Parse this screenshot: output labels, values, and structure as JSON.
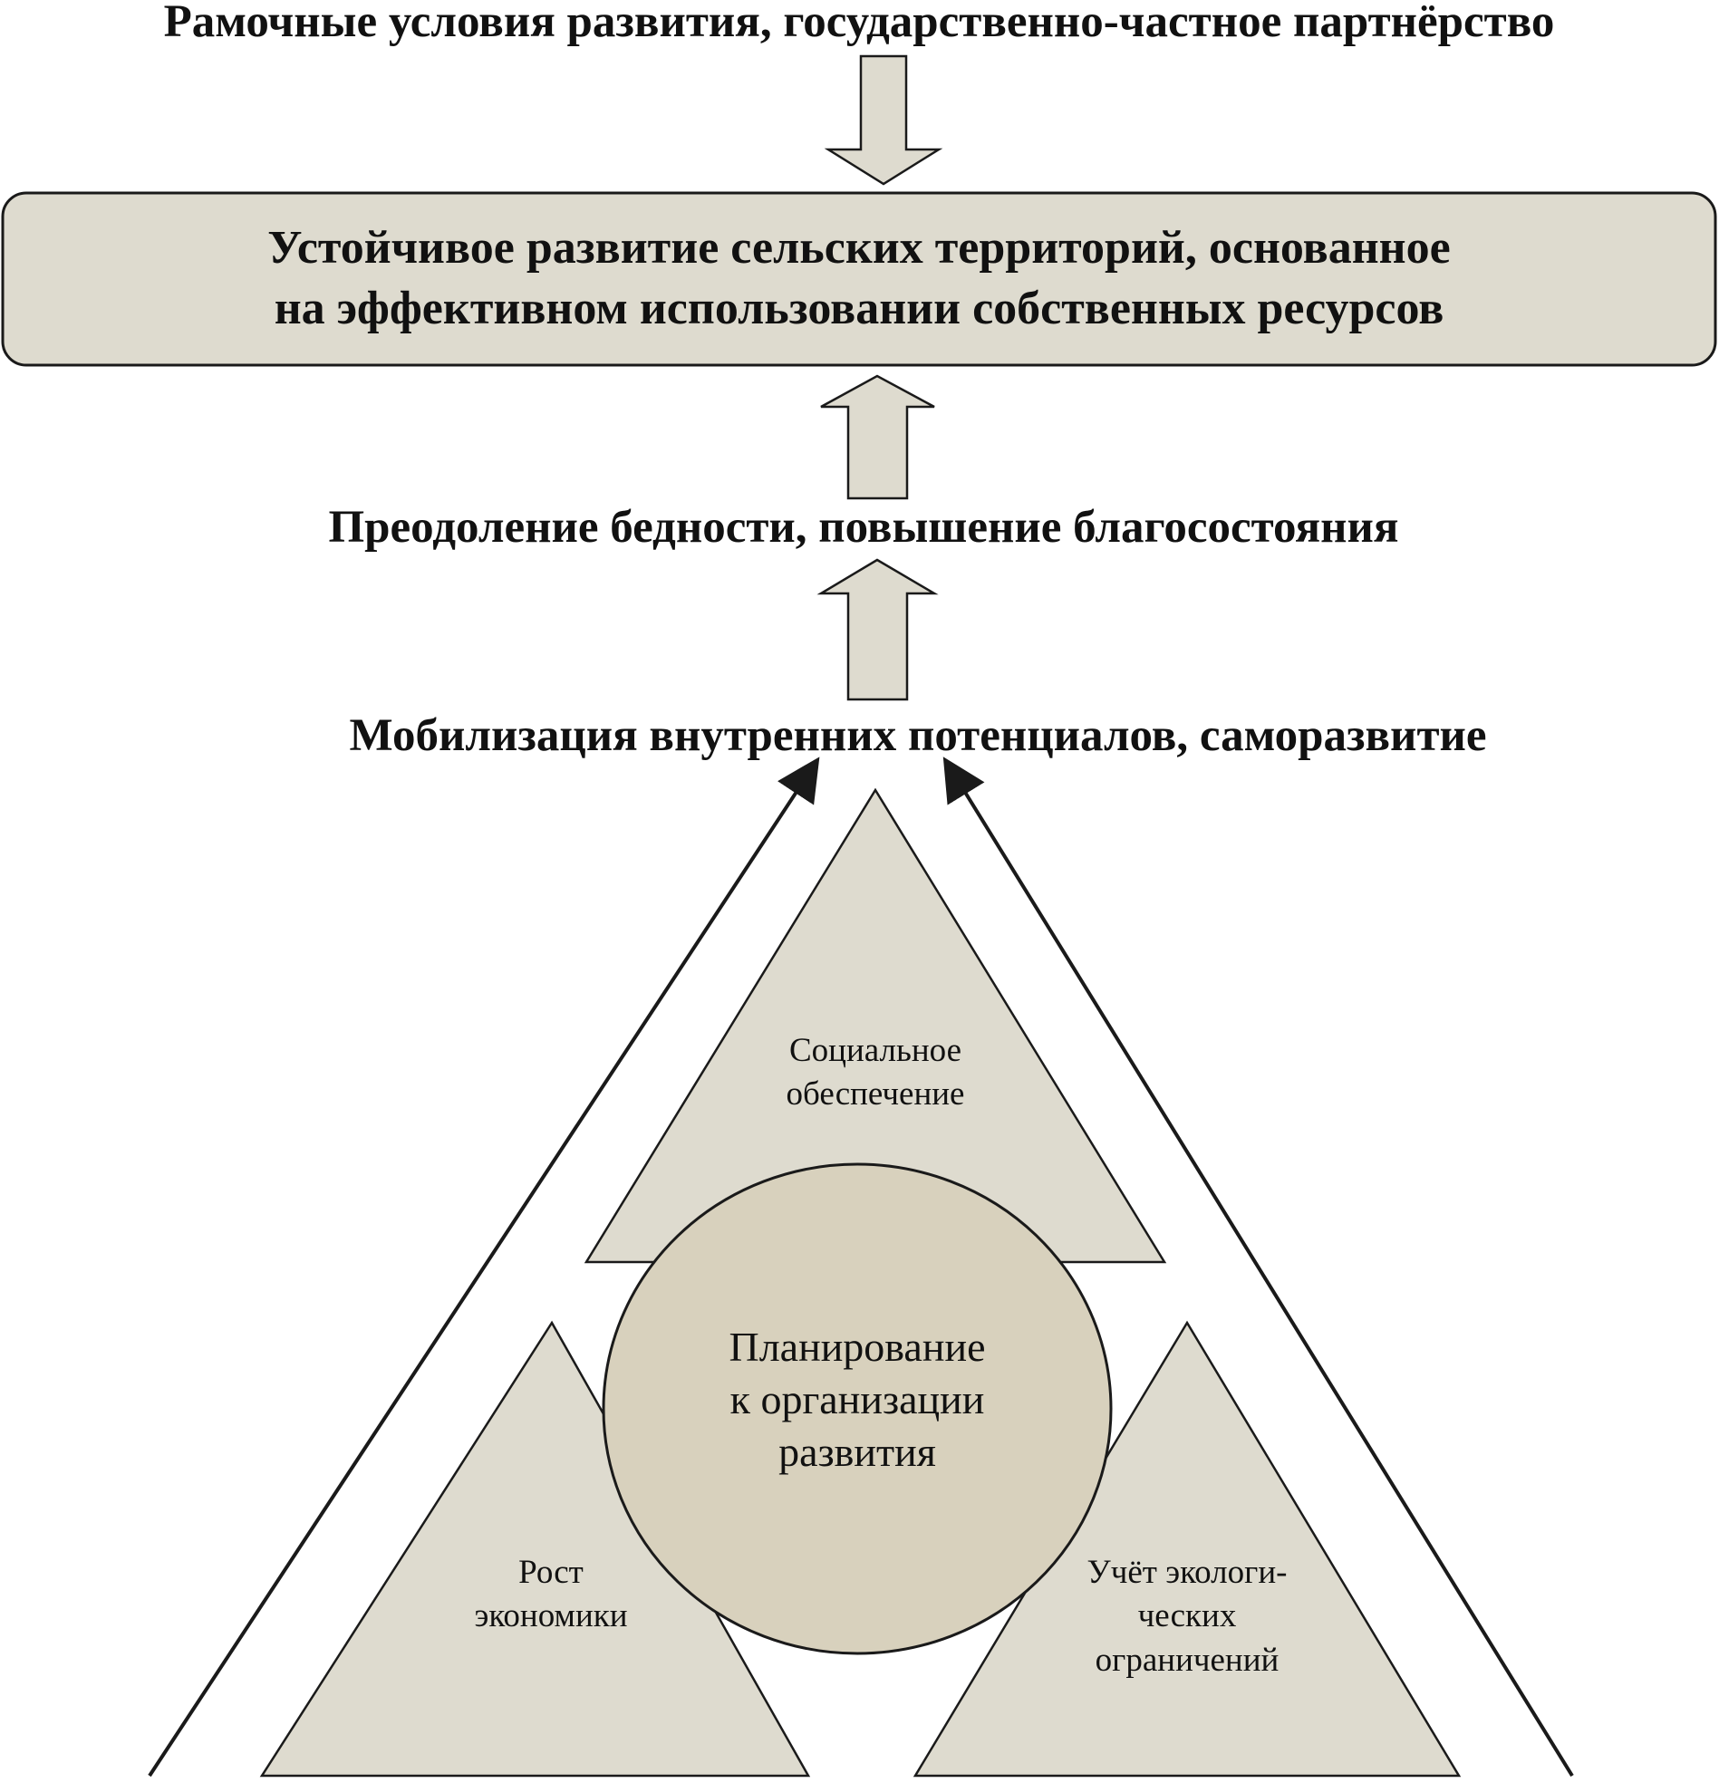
{
  "top_heading": "Рамочные условия развития, государственно-частное партнёрство",
  "main_box": {
    "line1": "Устойчивое развитие сельских территорий, основанное",
    "line2": "на эффективном использовании собственных ресурсов"
  },
  "middle_heading": "Преодоление бедности, повышение благосостояния",
  "lower_heading": "Мобилизация внутренних потенциалов, саморазвитие",
  "top_triangle": {
    "line1": "Социальное",
    "line2": "обеспечение"
  },
  "left_triangle": {
    "line1": "Рост",
    "line2": "экономики"
  },
  "right_triangle": {
    "line1": "Учёт экологи-",
    "line2": "ческих",
    "line3": "ограничений"
  },
  "center_circle": {
    "line1": "Планирование",
    "line2": "к организации",
    "line3": "развития"
  },
  "colors": {
    "fill": "#dedbcf",
    "circle_fill": "#d8d1bd",
    "stroke": "#1a1a1a"
  }
}
